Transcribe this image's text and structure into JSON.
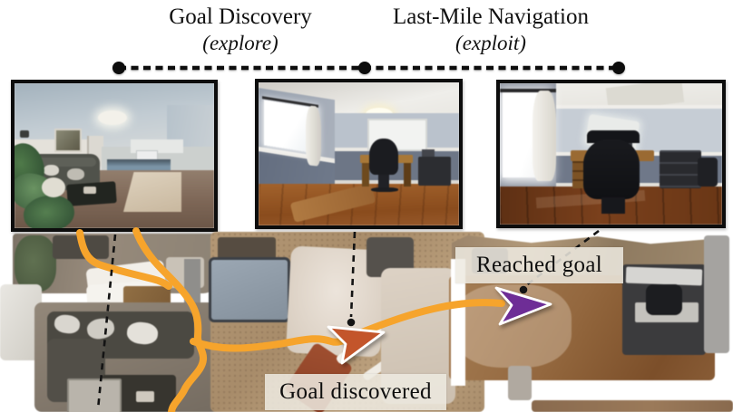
{
  "header": {
    "phase1": {
      "title": "Goal Discovery",
      "subtitle": "(explore)"
    },
    "phase2": {
      "title": "Last-Mile Navigation",
      "subtitle": "(exploit)"
    }
  },
  "map_labels": {
    "goal_discovered": "Goal discovered",
    "reached_goal": "Reached goal"
  },
  "photos": [
    "living-room-first-person-view",
    "office-room-first-person-view",
    "office-desk-close-up-view"
  ],
  "colors": {
    "path": "#F6A42C",
    "goal_arrow": "#C3552B",
    "reached_arrow": "#6E2D96",
    "timeline": "#0d0d0d",
    "connector": "#141414",
    "label_bg": "rgba(237,234,225,0.86)"
  }
}
